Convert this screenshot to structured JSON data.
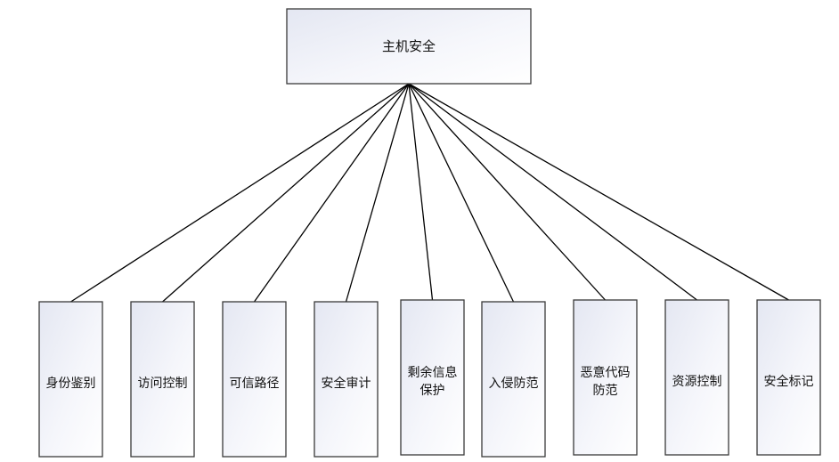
{
  "root": {
    "label": "主机安全"
  },
  "children": [
    {
      "id": "identity-auth",
      "lines": [
        "身份鉴别"
      ]
    },
    {
      "id": "access-control",
      "lines": [
        "访问控制"
      ]
    },
    {
      "id": "trusted-path",
      "lines": [
        "可信路径"
      ]
    },
    {
      "id": "security-audit",
      "lines": [
        "安全审计"
      ]
    },
    {
      "id": "residual-info-protection",
      "lines": [
        "剩余信息",
        "保护"
      ]
    },
    {
      "id": "intrusion-prevention",
      "lines": [
        "入侵防范"
      ]
    },
    {
      "id": "malicious-code-prevention",
      "lines": [
        "恶意代码",
        "防范"
      ]
    },
    {
      "id": "resource-control",
      "lines": [
        "资源控制"
      ]
    },
    {
      "id": "security-label",
      "lines": [
        "安全标记"
      ]
    }
  ]
}
